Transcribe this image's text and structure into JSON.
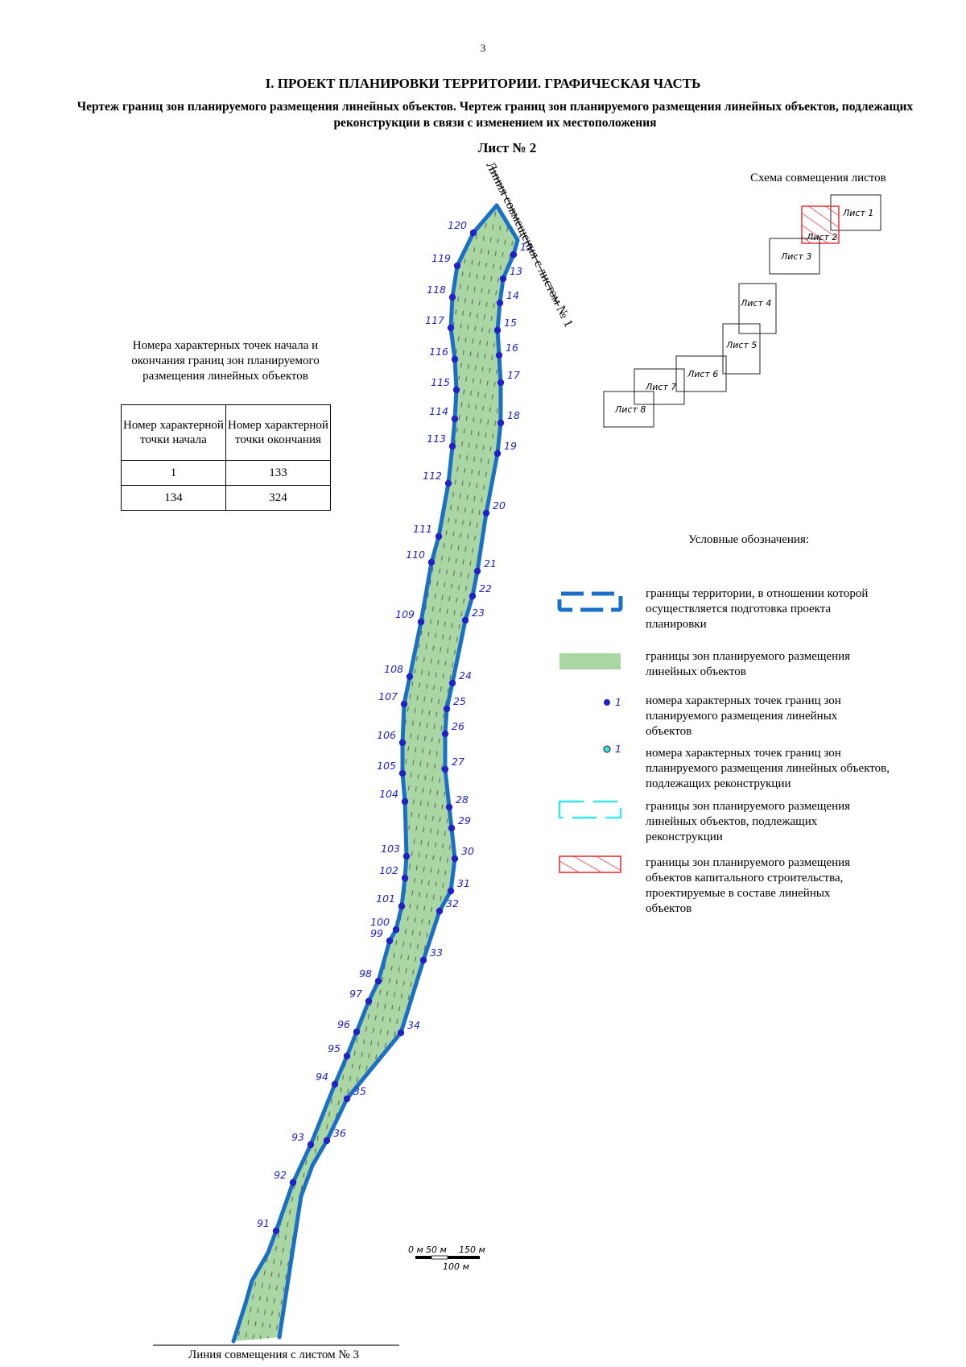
{
  "page_number": "3",
  "title": "I. ПРОЕКТ ПЛАНИРОВКИ ТЕРРИТОРИИ. ГРАФИЧЕСКАЯ ЧАСТЬ",
  "subtitle": "Чертеж границ зон планируемого размещения линейных объектов. Чертеж границ зон планируемого размещения линейных объектов, подлежащих реконструкции в связи с изменением их местоположения",
  "sheet_label": "Лист № 2",
  "table": {
    "caption": "Номера характерных точек начала и окончания границ зон планируемого размещения линейных объектов",
    "headers": [
      "Номер характерной точки начала",
      "Номер характерной точки окончания"
    ],
    "rows": [
      [
        "1",
        "133"
      ],
      [
        "134",
        "324"
      ]
    ]
  },
  "scheme": {
    "title": "Схема совмещения листов",
    "sheets": [
      "Лист 1",
      "Лист 2",
      "Лист 3",
      "Лист 4",
      "Лист 5",
      "Лист 6",
      "Лист 7",
      "Лист 8"
    ],
    "highlight_color": "#e8262c"
  },
  "legend": {
    "title": "Условные обозначения:",
    "items": [
      {
        "symbol": "blue-dash-rect",
        "text": "границы территории, в отношении которой осуществляется подготовка проекта планировки"
      },
      {
        "symbol": "green-rect",
        "text": "границы зон планируемого размещения линейных объектов"
      },
      {
        "symbol": "blue-dot",
        "sample": "1",
        "text": "номера характерных точек границ зон планируемого размещения линейных объектов"
      },
      {
        "symbol": "cyan-dot",
        "sample": "1",
        "text": "номера характерных точек границ зон планируемого размещения линейных объектов, подлежащих реконструкции"
      },
      {
        "symbol": "cyan-dash-rect",
        "text": "границы зон планируемого размещения линейных объектов, подлежащих реконструкции"
      },
      {
        "symbol": "red-hatch-rect",
        "text": "границы зон планируемого размещения объектов капитального строительства, проектируемые в составе линейных объектов"
      }
    ]
  },
  "map": {
    "top_match_line_label": "Линия совмещения с листом № 1",
    "bottom_match_line_label": "Линия совмещения с листом № 3",
    "scale_labels": [
      "0 м",
      "50 м",
      "150 м",
      "100 м"
    ],
    "colors": {
      "zone_fill": "#a9d6a2",
      "boundary": "#1a6fc9",
      "point": "#1f22c8",
      "label": "#1f22c8"
    },
    "left_points": [
      "120",
      "119",
      "118",
      "117",
      "116",
      "115",
      "114",
      "113",
      "112",
      "111",
      "110",
      "109",
      "108",
      "107",
      "106",
      "105",
      "104",
      "103",
      "102",
      "101",
      "100",
      "99",
      "98",
      "97",
      "96",
      "95",
      "94",
      "93",
      "92",
      "91"
    ],
    "right_points": [
      "12",
      "13",
      "14",
      "15",
      "16",
      "17",
      "18",
      "19",
      "20",
      "21",
      "22",
      "23",
      "24",
      "25",
      "26",
      "27",
      "28",
      "29",
      "30",
      "31",
      "32",
      "33",
      "34",
      "35",
      "36"
    ]
  }
}
